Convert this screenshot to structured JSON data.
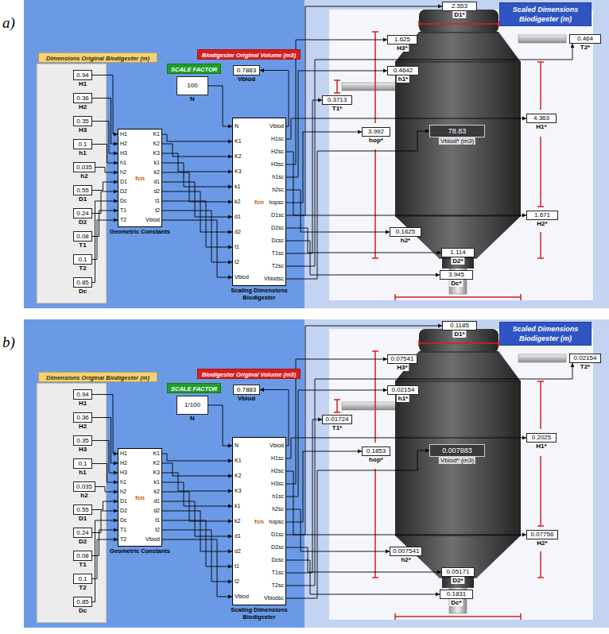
{
  "diagram": {
    "nodes": [
      {
        "text": [
          "a)"
        ]
      },
      {
        "text": [
          "Dimensions Original Biodigester (m)"
        ],
        "in": 0
      },
      {
        "text": [
          "0.94",
          "H1"
        ],
        "in": 0
      },
      {
        "text": [
          "0.36",
          "H2"
        ],
        "in": 0
      },
      {
        "text": [
          "0.35",
          "H3"
        ],
        "in": 0
      },
      {
        "text": [
          "0.1",
          "h1"
        ],
        "in": 0
      },
      {
        "text": [
          "0.035",
          "h2"
        ],
        "in": 0
      },
      {
        "text": [
          "0.55",
          "D1"
        ],
        "in": 0
      },
      {
        "text": [
          "0.24",
          "D2"
        ],
        "in": 0
      },
      {
        "text": [
          "0.08",
          "T1"
        ],
        "in": 0
      },
      {
        "text": [
          "0.1",
          "T2"
        ],
        "in": 0
      },
      {
        "text": [
          "0.85",
          "Dc"
        ],
        "in": 0
      },
      {
        "text": [
          "H1",
          "H2",
          "H3",
          "h1",
          "h2",
          "D1",
          "D2",
          "Dc",
          "T1",
          "T2",
          "fcn",
          "K1",
          "K2",
          "K3",
          "k1",
          "k2",
          "d1",
          "d2",
          "t1",
          "t2",
          "Vbiod",
          "Geometric Constants"
        ],
        "in": 0
      },
      {
        "text": [
          "SCALE FACTOR"
        ],
        "in": 0
      },
      {
        "text": [
          "100",
          "N"
        ],
        "in": 0
      },
      {
        "text": [
          "Biodigester Original Volume (m3)"
        ],
        "in": 0
      },
      {
        "text": [
          "0.7883",
          "Vbiod"
        ],
        "in": 0
      },
      {
        "text": [
          "N",
          "K1",
          "K2",
          "K3",
          "k1",
          "k2",
          "d1",
          "d2",
          "t1",
          "t2",
          "Vbiod",
          "fcn",
          "Vbiod",
          "H1sc",
          "H2sc",
          "H3sc",
          "h1sc",
          "h2sc",
          "hopsc",
          "D1sc",
          "D2sc",
          "Dcsc",
          "T1sc",
          "T2sc",
          "Vbiodsc",
          "Scaling Dimensions Biodigester"
        ],
        "in": 0
      },
      {
        "text": [
          "Scaled Dimensions Biodigester (m)"
        ],
        "in": 0
      },
      {
        "text": [
          "2.553",
          "D1*"
        ],
        "in": 0
      },
      {
        "text": [
          "1.625",
          "H3*"
        ],
        "in": 0
      },
      {
        "text": [
          "0.4642",
          "h1*"
        ],
        "in": 0
      },
      {
        "text": [
          "0.464",
          "T2*"
        ],
        "in": 0
      },
      {
        "text": [
          "0.3713",
          "T1*"
        ],
        "in": 0
      },
      {
        "text": [
          "3.992",
          "hop*"
        ],
        "in": 0
      },
      {
        "text": [
          "78.83",
          "Vbiod* (m3)"
        ],
        "in": 0
      },
      {
        "text": [
          "4.363",
          "H1*"
        ],
        "in": 0
      },
      {
        "text": [
          "1.671",
          "H2*"
        ],
        "in": 0
      },
      {
        "text": [
          "0.1625",
          "h2*"
        ],
        "in": 0
      },
      {
        "text": [
          "1.114",
          "D2*"
        ],
        "in": 0
      },
      {
        "text": [
          "3.945",
          "Dc*"
        ],
        "in": 0
      },
      {
        "text": [
          "b)"
        ]
      },
      {
        "text": [
          "Dimensions Original Biodigester (m)"
        ],
        "in": 31
      },
      {
        "text": [
          "0.94",
          "H1"
        ],
        "in": 31
      },
      {
        "text": [
          "0.36",
          "H2"
        ],
        "in": 31
      },
      {
        "text": [
          "0.35",
          "H3"
        ],
        "in": 31
      },
      {
        "text": [
          "0.1",
          "h1"
        ],
        "in": 31
      },
      {
        "text": [
          "0.035",
          "h2"
        ],
        "in": 31
      },
      {
        "text": [
          "0.55",
          "D1"
        ],
        "in": 31
      },
      {
        "text": [
          "0.24",
          "D2"
        ],
        "in": 31
      },
      {
        "text": [
          "0.08",
          "T1"
        ],
        "in": 31
      },
      {
        "text": [
          "0.1",
          "T2"
        ],
        "in": 31
      },
      {
        "text": [
          "0.85",
          "Dc"
        ],
        "in": 31
      },
      {
        "text": [
          "H1",
          "H2",
          "H3",
          "h1",
          "h2",
          "D1",
          "D2",
          "Dc",
          "T1",
          "T2",
          "fcn",
          "K1",
          "K2",
          "K3",
          "k1",
          "k2",
          "d1",
          "d2",
          "t1",
          "t2",
          "Vbiod",
          "Geometric Constants"
        ],
        "in": 31
      },
      {
        "text": [
          "SCALE FACTOR"
        ],
        "in": 31
      },
      {
        "text": [
          "1/100",
          "N"
        ],
        "in": 31
      },
      {
        "text": [
          "Biodigester Original Volume (m3)"
        ],
        "in": 31
      },
      {
        "text": [
          "0.7883",
          "Vbiod"
        ],
        "in": 31
      },
      {
        "text": [
          "N",
          "K1",
          "K2",
          "K3",
          "k1",
          "k2",
          "d1",
          "d2",
          "t1",
          "t2",
          "Vbiod",
          "fcn",
          "Vbiod",
          "H1sc",
          "H2sc",
          "H3sc",
          "h1sc",
          "h2sc",
          "hopsc",
          "D1sc",
          "D2sc",
          "Dcsc",
          "T1sc",
          "T2sc",
          "Vbiodsc",
          "Scaling Dimensions Biodigester"
        ],
        "in": 31
      },
      {
        "text": [
          "Scaled Dimensions Biodigester (m)"
        ],
        "in": 31
      },
      {
        "text": [
          "0.1185",
          "D1*"
        ],
        "in": 31
      },
      {
        "text": [
          "0.07541",
          "H3*"
        ],
        "in": 31
      },
      {
        "text": [
          "0.02154",
          "h1*"
        ],
        "in": 31
      },
      {
        "text": [
          "0.02154",
          "T2*"
        ],
        "in": 31
      },
      {
        "text": [
          "0.01724",
          "T1*"
        ],
        "in": 31
      },
      {
        "text": [
          "0.1853",
          "hop*"
        ],
        "in": 31
      },
      {
        "text": [
          "0.007883",
          "Vbiod* (m3)"
        ],
        "in": 31
      },
      {
        "text": [
          "0.2025",
          "H1*"
        ],
        "in": 31
      },
      {
        "text": [
          "0.07756",
          "H2*"
        ],
        "in": 31
      },
      {
        "text": [
          "0.007541",
          "h2*"
        ],
        "in": 31
      },
      {
        "text": [
          "0.05171",
          "D2*"
        ],
        "in": 31
      },
      {
        "text": [
          "0.1831",
          "Dc*"
        ],
        "in": 31
      }
    ],
    "edges": [
      {
        "from": 2,
        "to": 12,
        "arrow": "to"
      },
      {
        "from": 3,
        "to": 12,
        "arrow": "to"
      },
      {
        "from": 4,
        "to": 12,
        "arrow": "to"
      },
      {
        "from": 5,
        "to": 12,
        "arrow": "to"
      },
      {
        "from": 6,
        "to": 12,
        "arrow": "to"
      },
      {
        "from": 7,
        "to": 12,
        "arrow": "to"
      },
      {
        "from": 8,
        "to": 12,
        "arrow": "to"
      },
      {
        "from": 9,
        "to": 12,
        "arrow": "to"
      },
      {
        "from": 10,
        "to": 12,
        "arrow": "to"
      },
      {
        "from": 11,
        "to": 12,
        "arrow": "to"
      },
      {
        "from": 14,
        "to": 17,
        "arrow": "to"
      },
      {
        "from": 12,
        "to": 17,
        "arrow": "to"
      },
      {
        "from": 12,
        "to": 17,
        "arrow": "to"
      },
      {
        "from": 12,
        "to": 17,
        "arrow": "to"
      },
      {
        "from": 12,
        "to": 17,
        "arrow": "to"
      },
      {
        "from": 12,
        "to": 17,
        "arrow": "to"
      },
      {
        "from": 12,
        "to": 17,
        "arrow": "to"
      },
      {
        "from": 12,
        "to": 17,
        "arrow": "to"
      },
      {
        "from": 12,
        "to": 17,
        "arrow": "to"
      },
      {
        "from": 12,
        "to": 17,
        "arrow": "to"
      },
      {
        "from": 12,
        "to": 17,
        "arrow": "to"
      },
      {
        "from": 17,
        "to": 16,
        "arrow": "to"
      },
      {
        "from": 17,
        "to": 26,
        "arrow": "to"
      },
      {
        "from": 17,
        "to": 27,
        "arrow": "to"
      },
      {
        "from": 17,
        "to": 20,
        "arrow": "to"
      },
      {
        "from": 17,
        "to": 21,
        "arrow": "to"
      },
      {
        "from": 17,
        "to": 28,
        "arrow": "to"
      },
      {
        "from": 17,
        "to": 24,
        "arrow": "to"
      },
      {
        "from": 17,
        "to": 19,
        "arrow": "to"
      },
      {
        "from": 17,
        "to": 29,
        "arrow": "to"
      },
      {
        "from": 17,
        "to": 30,
        "arrow": "to"
      },
      {
        "from": 17,
        "to": 23,
        "arrow": "to"
      },
      {
        "from": 17,
        "to": 22,
        "arrow": "to"
      },
      {
        "from": 17,
        "to": 25,
        "arrow": "to"
      },
      {
        "from": 33,
        "to": 43,
        "arrow": "to"
      },
      {
        "from": 34,
        "to": 43,
        "arrow": "to"
      },
      {
        "from": 35,
        "to": 43,
        "arrow": "to"
      },
      {
        "from": 36,
        "to": 43,
        "arrow": "to"
      },
      {
        "from": 37,
        "to": 43,
        "arrow": "to"
      },
      {
        "from": 38,
        "to": 43,
        "arrow": "to"
      },
      {
        "from": 39,
        "to": 43,
        "arrow": "to"
      },
      {
        "from": 40,
        "to": 43,
        "arrow": "to"
      },
      {
        "from": 41,
        "to": 43,
        "arrow": "to"
      },
      {
        "from": 42,
        "to": 43,
        "arrow": "to"
      },
      {
        "from": 45,
        "to": 48,
        "arrow": "to"
      },
      {
        "from": 43,
        "to": 48,
        "arrow": "to"
      },
      {
        "from": 43,
        "to": 48,
        "arrow": "to"
      },
      {
        "from": 43,
        "to": 48,
        "arrow": "to"
      },
      {
        "from": 43,
        "to": 48,
        "arrow": "to"
      },
      {
        "from": 43,
        "to": 48,
        "arrow": "to"
      },
      {
        "from": 43,
        "to": 48,
        "arrow": "to"
      },
      {
        "from": 43,
        "to": 48,
        "arrow": "to"
      },
      {
        "from": 43,
        "to": 48,
        "arrow": "to"
      },
      {
        "from": 43,
        "to": 48,
        "arrow": "to"
      },
      {
        "from": 43,
        "to": 48,
        "arrow": "to"
      },
      {
        "from": 48,
        "to": 47,
        "arrow": "to"
      },
      {
        "from": 48,
        "to": 57,
        "arrow": "to"
      },
      {
        "from": 48,
        "to": 58,
        "arrow": "to"
      },
      {
        "from": 48,
        "to": 51,
        "arrow": "to"
      },
      {
        "from": 48,
        "to": 52,
        "arrow": "to"
      },
      {
        "from": 48,
        "to": 59,
        "arrow": "to"
      },
      {
        "from": 48,
        "to": 55,
        "arrow": "to"
      },
      {
        "from": 48,
        "to": 50,
        "arrow": "to"
      },
      {
        "from": 48,
        "to": 60,
        "arrow": "to"
      },
      {
        "from": 48,
        "to": 61,
        "arrow": "to"
      },
      {
        "from": 48,
        "to": 54,
        "arrow": "to"
      },
      {
        "from": 48,
        "to": 53,
        "arrow": "to"
      },
      {
        "from": 48,
        "to": 56,
        "arrow": "to"
      }
    ]
  }
}
